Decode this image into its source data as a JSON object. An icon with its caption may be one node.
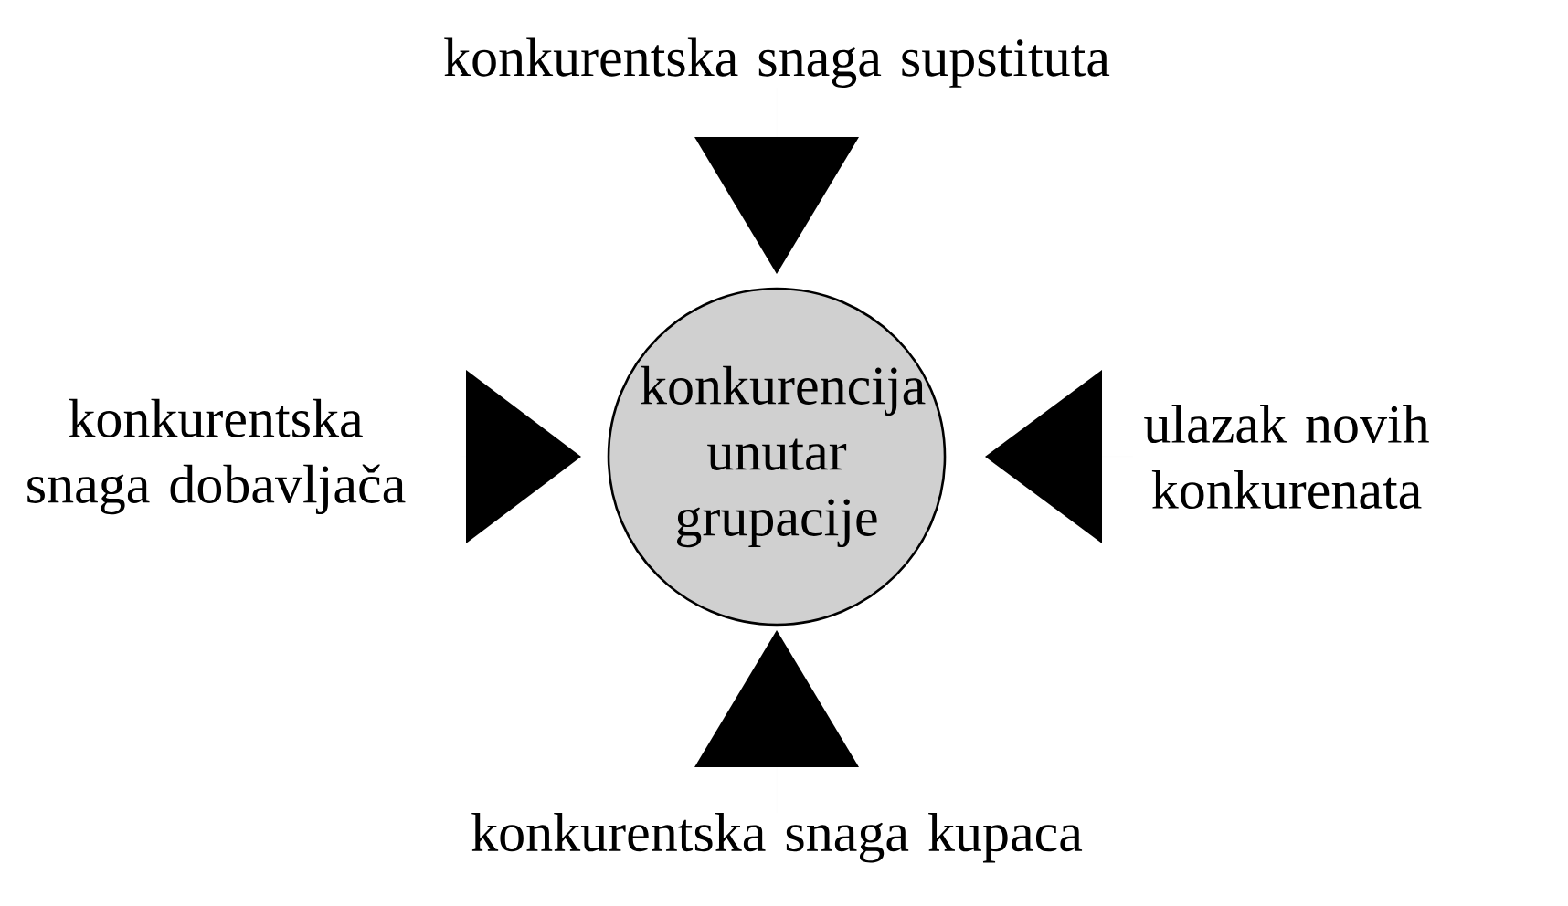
{
  "diagram": {
    "nodes": [
      {
        "text": [
          "konkurentska snaga supstituta"
        ]
      },
      {
        "text": [
          "konkurentska snaga dobavljača"
        ]
      },
      {
        "text": [
          "konkurencija unutar grupacije"
        ]
      },
      {
        "text": [
          "ulazak novih konkurenata"
        ]
      },
      {
        "text": [
          "konkurentska snaga kupaca"
        ]
      }
    ],
    "edges": [
      {
        "from": 0,
        "to": 2,
        "arrow": "to"
      },
      {
        "from": 1,
        "to": 2,
        "arrow": "to"
      },
      {
        "from": 3,
        "to": 2,
        "arrow": "to"
      },
      {
        "from": 4,
        "to": 2,
        "arrow": "to"
      }
    ]
  }
}
